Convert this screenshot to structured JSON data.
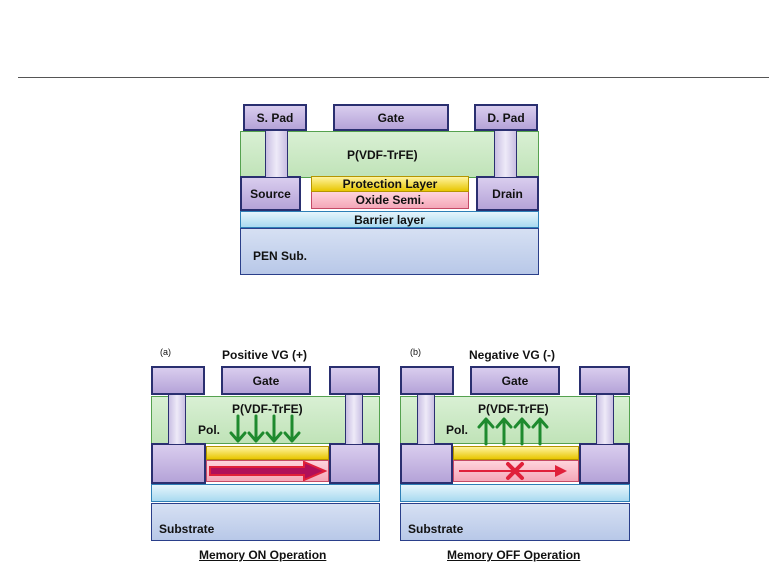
{
  "top": {
    "s_pad": "S. Pad",
    "gate": "Gate",
    "d_pad": "D. Pad",
    "ferro": "P(VDF-TrFE)",
    "source": "Source",
    "drain": "Drain",
    "protection": "Protection Layer",
    "oxide": "Oxide Semi.",
    "barrier": "Barrier layer",
    "substrate": "PEN Sub."
  },
  "panel_a": {
    "tag": "(a)",
    "title": "Positive VG (+)",
    "gate": "Gate",
    "ferro": "P(VDF-TrFE)",
    "pol": "Pol.",
    "substrate": "Substrate",
    "caption": "Memory ON Operation"
  },
  "panel_b": {
    "tag": "(b)",
    "title": "Negative VG (-)",
    "gate": "Gate",
    "ferro": "P(VDF-TrFE)",
    "pol": "Pol.",
    "substrate": "Substrate",
    "caption": "Memory OFF Operation"
  },
  "colors": {
    "arrow_green": "#1e8a2e",
    "channel_arrow_red": "#e0203a",
    "channel_arrow_on_fill": "#b0105a"
  }
}
